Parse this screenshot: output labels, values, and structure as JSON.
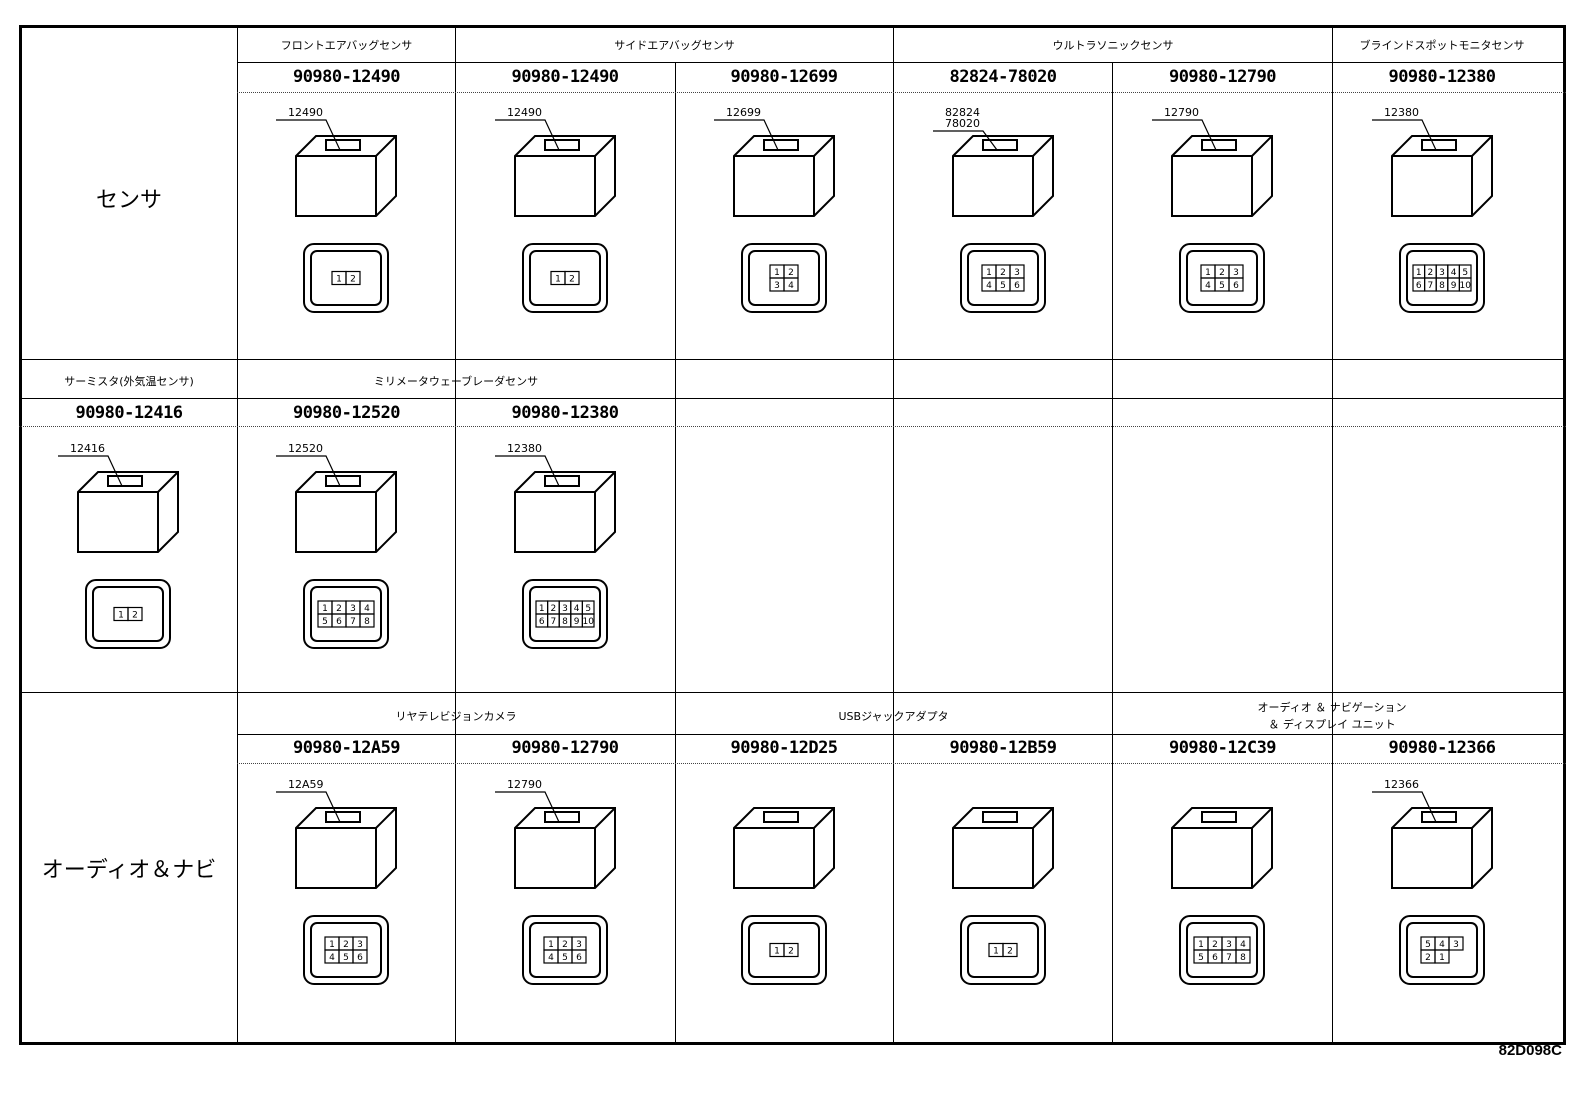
{
  "rows": [
    {
      "label": "センサ",
      "categories": [
        "フロントエアバッグセンサ",
        "サイドエアバッグセンサ",
        "ウルトラソニックセンサ",
        "ブラインドスポットモニタセンサ"
      ],
      "parts": [
        {
          "number": "90980-12490",
          "callout": "12490",
          "pins": [
            "1",
            "2"
          ],
          "icon": "airbag-connector-icon"
        },
        {
          "number": "90980-12490",
          "callout": "12490",
          "pins": [
            "1",
            "2"
          ],
          "icon": "airbag-connector-icon"
        },
        {
          "number": "90980-12699",
          "callout": "12699",
          "pins": [
            "1",
            "2",
            "3",
            "4"
          ],
          "icon": "flat-connector-icon"
        },
        {
          "number": "82824-78020",
          "callout": "82824 78020",
          "pins": [
            "1",
            "2",
            "3",
            "4",
            "5",
            "6"
          ],
          "icon": "six-pin-connector-icon"
        },
        {
          "number": "90980-12790",
          "callout": "12790",
          "pins": [
            "1",
            "2",
            "3",
            "4",
            "5",
            "6"
          ],
          "icon": "six-pin-connector-icon"
        },
        {
          "number": "90980-12380",
          "callout": "12380",
          "pins": [
            "1",
            "2",
            "3",
            "4",
            "5",
            "6",
            "7",
            "8",
            "9",
            "10"
          ],
          "icon": "ten-pin-connector-icon"
        }
      ]
    },
    {
      "label": "",
      "categories": [
        "サーミスタ(外気温センサ)",
        "ミリメータウェーブレーダセンサ"
      ],
      "parts": [
        {
          "number": "90980-12416",
          "callout": "12416",
          "pins": [
            "1",
            "2"
          ],
          "icon": "thermistor-connector-icon"
        },
        {
          "number": "90980-12520",
          "callout": "12520",
          "pins": [
            "1",
            "2",
            "3",
            "4",
            "5",
            "6",
            "7",
            "8"
          ],
          "icon": "eight-pin-connector-icon"
        },
        {
          "number": "90980-12380",
          "callout": "12380",
          "pins": [
            "1",
            "2",
            "3",
            "4",
            "5",
            "6",
            "7",
            "8",
            "9",
            "10"
          ],
          "icon": "ten-pin-connector-icon"
        }
      ]
    },
    {
      "label": "オーディオ＆ナビ",
      "categories": [
        "リヤテレビジョンカメラ",
        "USBジャックアダプタ",
        "オーディオ ＆ ナビゲーション",
        "＆ ディスプレイ ユニット"
      ],
      "parts": [
        {
          "number": "90980-12A59",
          "callout": "12A59",
          "pins": [
            "1",
            "2",
            "3",
            "4",
            "5",
            "6"
          ],
          "icon": "camera-connector-icon"
        },
        {
          "number": "90980-12790",
          "callout": "12790",
          "pins": [
            "1",
            "2",
            "3",
            "4",
            "5",
            "6"
          ],
          "icon": "camera-connector-icon"
        },
        {
          "number": "90980-12D25",
          "callout": "",
          "pins": [
            "1",
            "2"
          ],
          "icon": "usb-adapter-connector-icon"
        },
        {
          "number": "90980-12B59",
          "callout": "",
          "pins": [
            "1",
            "2"
          ],
          "icon": "usb-adapter-connector-icon"
        },
        {
          "number": "90980-12C39",
          "callout": "",
          "pins": [
            "1",
            "2",
            "3",
            "4",
            "5",
            "6",
            "7",
            "8"
          ],
          "icon": "multi-pin-connector-icon"
        },
        {
          "number": "90980-12366",
          "callout": "12366",
          "pins": [
            "5",
            "4",
            "3",
            "2",
            "1"
          ],
          "icon": "five-pin-connector-icon"
        }
      ]
    }
  ],
  "footer_code": "82D098C"
}
